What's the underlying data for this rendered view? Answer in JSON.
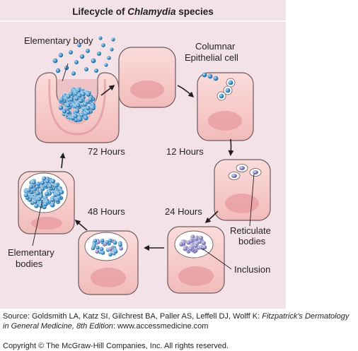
{
  "title": {
    "prefix": "Lifecycle of ",
    "genus": "Chlamydia",
    "suffix": " species"
  },
  "labels": {
    "elementary_body": "Elementary body",
    "columnar_line1": "Columnar",
    "columnar_line2": "Epithelial cell",
    "hours_72": "72 Hours",
    "hours_12": "12 Hours",
    "hours_48": "48 Hours",
    "hours_24": "24 Hours",
    "reticulate_line1": "Reticulate",
    "reticulate_line2": "bodies",
    "inclusion": "Inclusion",
    "elementary_bodies_line1": "Elementary",
    "elementary_bodies_line2": "bodies"
  },
  "source": {
    "line1": "Source: Goldsmith LA, Katz SI, Gilchrest BA, Paller AS, Leffell DJ, Wolff K: ",
    "line1_italic": "Fitzpatrick's Dermatology",
    "line2_italic": "in General Medicine, 8th Edition",
    "line2": ": www.accessmedicine.com",
    "copyright": "Copyright © The McGraw-Hill Companies, Inc. All rights reserved."
  },
  "colors": {
    "panel_bg": "#f3e3e8",
    "cell_fill": "#f6c9c8",
    "cell_stroke": "#6d5a5e",
    "nucleus": "#e9a0a5",
    "elementary_body": "#3d8fc8",
    "reticulate_body": "#8a84c4",
    "arrow": "#231f20"
  }
}
